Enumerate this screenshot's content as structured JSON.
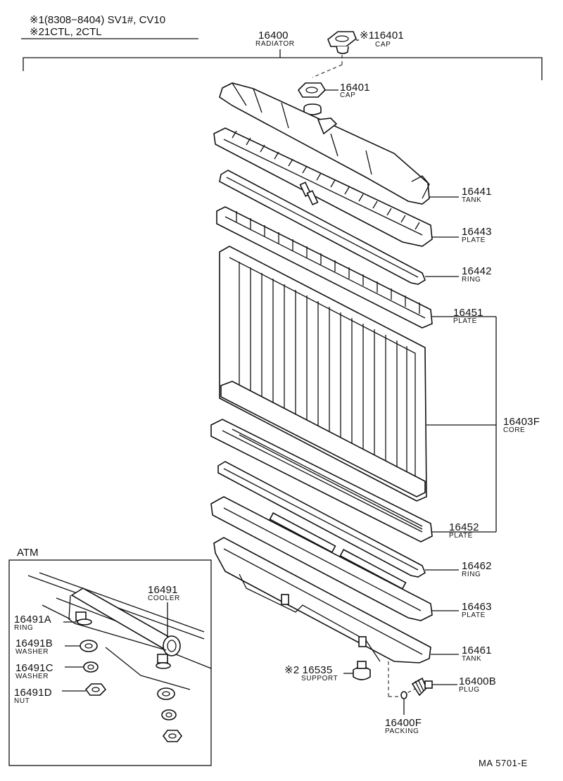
{
  "header": {
    "note1": "※1(8308−8404) SV1#, CV10",
    "note2": "※21CTL, 2CTL"
  },
  "parts": {
    "radiator": {
      "number": "16400",
      "name": "RADIATOR"
    },
    "cap_top": {
      "number": "※116401",
      "name": "CAP"
    },
    "cap": {
      "number": "16401",
      "name": "CAP"
    },
    "tank_upper": {
      "number": "16441",
      "name": "TANK"
    },
    "plate_upper": {
      "number": "16443",
      "name": "PLATE"
    },
    "ring_upper": {
      "number": "16442",
      "name": "RING"
    },
    "plate_core_upper": {
      "number": "16451",
      "name": "PLATE"
    },
    "core": {
      "number": "16403F",
      "name": "CORE"
    },
    "plate_core_lower": {
      "number": "16452",
      "name": "PLATE"
    },
    "ring_lower": {
      "number": "16462",
      "name": "RING"
    },
    "plate_lower": {
      "number": "16463",
      "name": "PLATE"
    },
    "tank_lower": {
      "number": "16461",
      "name": "TANK"
    },
    "support": {
      "number": "※2 16535",
      "name": "SUPPORT"
    },
    "plug": {
      "number": "16400B",
      "name": "PLUG"
    },
    "packing": {
      "number": "16400F",
      "name": "PACKING"
    }
  },
  "atm": {
    "title": "ATM",
    "cooler": {
      "number": "16491",
      "name": "COOLER"
    },
    "ring": {
      "number": "16491A",
      "name": "RING"
    },
    "washer1": {
      "number": "16491B",
      "name": "WASHER"
    },
    "washer2": {
      "number": "16491C",
      "name": "WASHER"
    },
    "nut": {
      "number": "16491D",
      "name": "NUT"
    }
  },
  "footer": {
    "code": "MA 5701-E"
  }
}
